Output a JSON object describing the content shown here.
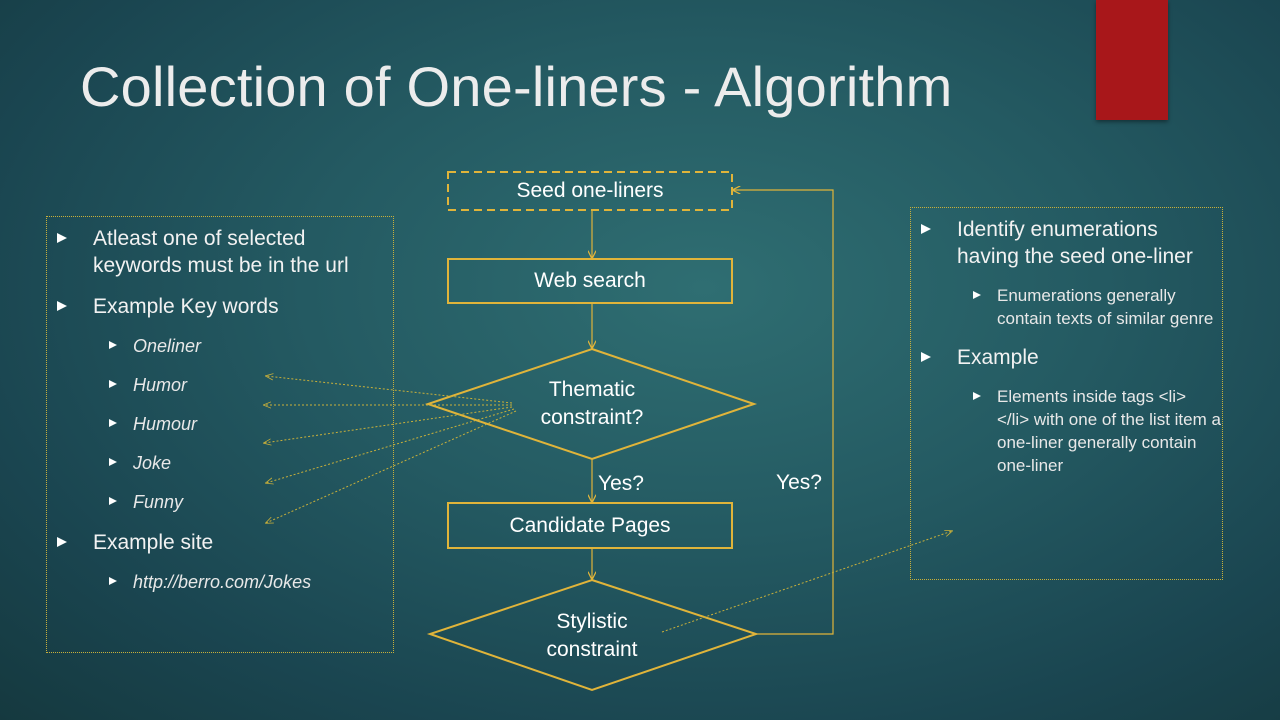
{
  "slide": {
    "title": "Collection of One-liners - Algorithm",
    "accent_color": "#a8171a",
    "flow_color": "#e0b43a"
  },
  "left_panel": {
    "bullets": [
      {
        "level": 1,
        "text": "Atleast one of selected keywords must be in the url"
      },
      {
        "level": 1,
        "text": "Example Key words"
      },
      {
        "level": 2,
        "text": "Oneliner",
        "italic": true
      },
      {
        "level": 2,
        "text": "Humor",
        "italic": true
      },
      {
        "level": 2,
        "text": "Humour",
        "italic": true
      },
      {
        "level": 2,
        "text": "Joke",
        "italic": true
      },
      {
        "level": 2,
        "text": "Funny",
        "italic": true
      },
      {
        "level": 1,
        "text": "Example site"
      },
      {
        "level": 2,
        "text": "http://berro.com/Jokes",
        "italic": true
      }
    ]
  },
  "right_panel": {
    "bullets": [
      {
        "level": 1,
        "text": "Identify enumerations having the seed one-liner"
      },
      {
        "level": 2,
        "text": "Enumerations generally contain texts of similar genre"
      },
      {
        "level": 1,
        "text": "Example"
      },
      {
        "level": 2,
        "text": "Elements inside tags <li> </li> with one of the list item a one-liner generally contain one-liner"
      }
    ]
  },
  "flowchart": {
    "nodes": {
      "seed": "Seed one-liners",
      "web_search": "Web search",
      "thematic": "Thematic constraint?",
      "candidate": "Candidate Pages",
      "stylistic": "Stylistic constraint"
    },
    "edge_labels": {
      "thematic_yes": "Yes?",
      "stylistic_yes": "Yes?"
    }
  }
}
